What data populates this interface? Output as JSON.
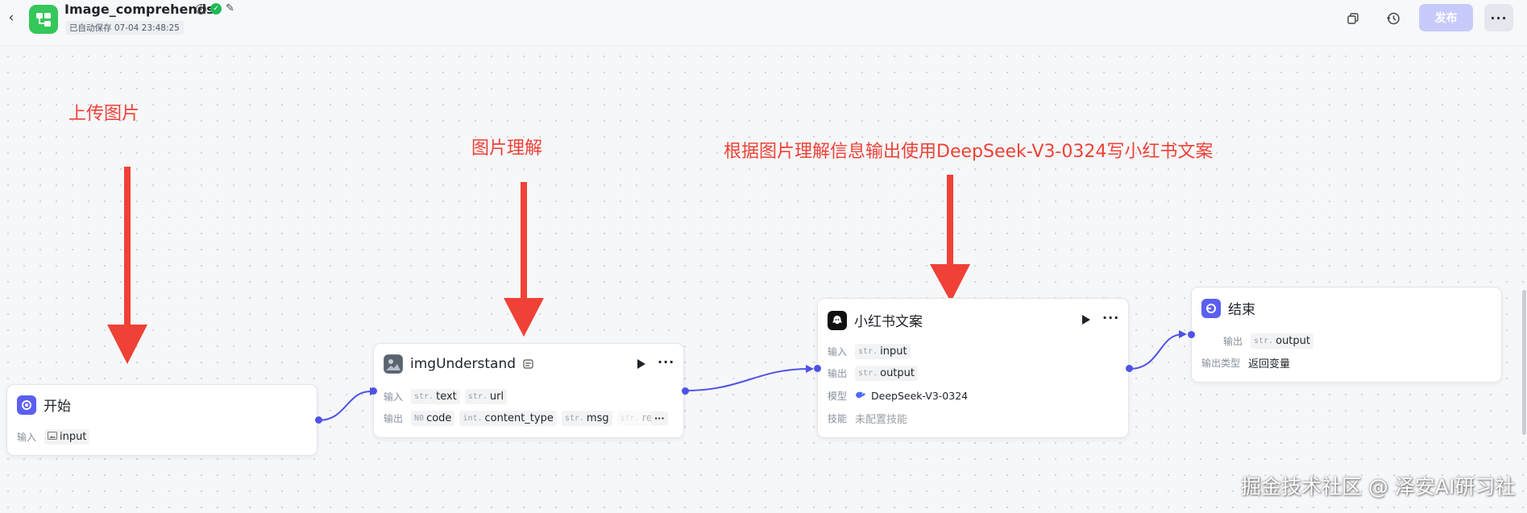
{
  "header": {
    "back_icon": "chevron-left-icon",
    "app_title": "Image_comprehends",
    "autosave": "已自动保存 07-04 23:48:25",
    "publish_label": "发布",
    "more_label": "···"
  },
  "annotations": {
    "upload": "上传图片",
    "understand": "图片理解",
    "generate": "根据图片理解信息输出使用DeepSeek-V3-0324写小红书文案"
  },
  "nodes": {
    "start": {
      "title": "开始",
      "input_label": "输入",
      "input_var": "input"
    },
    "img": {
      "title": "imgUnderstand",
      "input_label": "输入",
      "inputs": [
        {
          "type": "str.",
          "name": "text"
        },
        {
          "type": "str.",
          "name": "url"
        }
      ],
      "output_label": "输出",
      "outputs": [
        {
          "type": "N0",
          "name": "code"
        },
        {
          "type": "int.",
          "name": "content_type"
        },
        {
          "type": "str.",
          "name": "msg"
        },
        {
          "type": "str.",
          "name": "res"
        }
      ],
      "overflow": "···"
    },
    "xhs": {
      "title": "小红书文案",
      "input_label": "输入",
      "input_type": "str.",
      "input_var": "input",
      "output_label": "输出",
      "output_type": "str.",
      "output_var": "output",
      "model_label": "模型",
      "model_name": "DeepSeek-V3-0324",
      "skill_label": "技能",
      "skill_value": "未配置技能"
    },
    "end": {
      "title": "结束",
      "output_label": "输出",
      "output_type": "str.",
      "output_var": "output",
      "output_type_label": "输出类型",
      "output_type_value": "返回变量"
    }
  },
  "watermark": "掘金技术社区 @ 泽安AI研习社",
  "colors": {
    "accent": "#4f52e6",
    "annotation": "#ef4136",
    "app_icon": "#34c759",
    "publish": "#c7cbfc"
  }
}
